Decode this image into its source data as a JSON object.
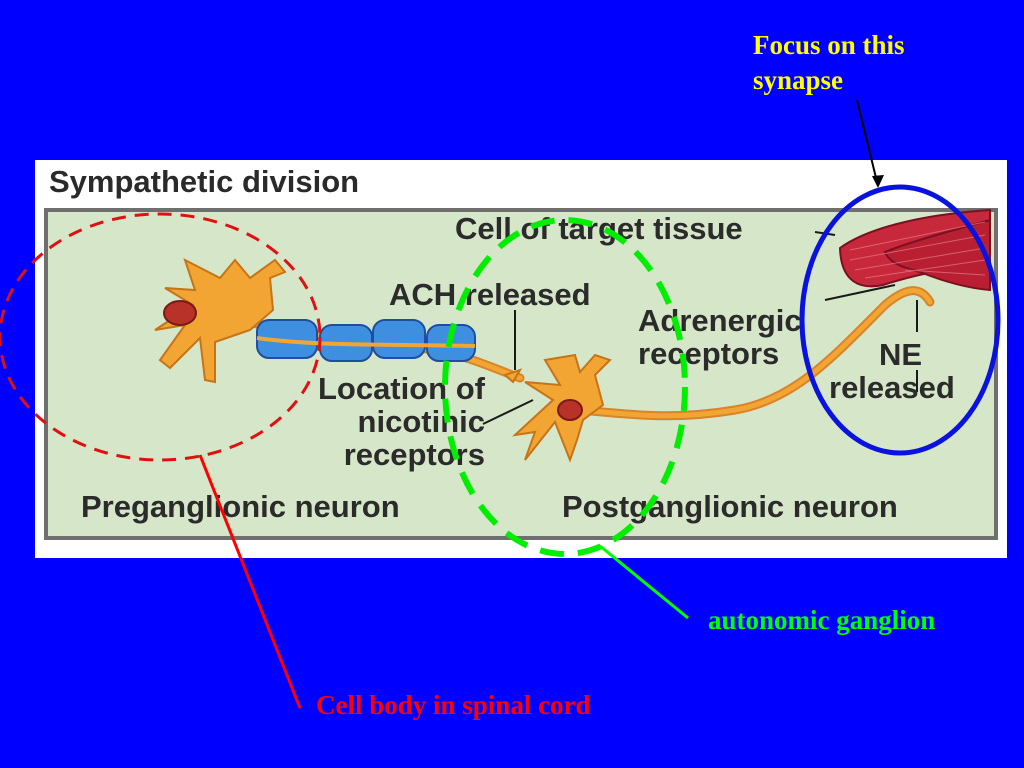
{
  "callouts": {
    "focus": [
      "Focus on this",
      "synapse"
    ],
    "ganglion": "autonomic ganglion",
    "cell_body": "Cell body in spinal cord"
  },
  "figure": {
    "title": "Sympathetic division",
    "labels": {
      "target_tissue": "Cell of target tissue",
      "ach_released": "ACH released",
      "adrenergic": [
        "Adrenergic",
        "receptors"
      ],
      "ne_released": [
        "NE",
        "released"
      ],
      "nicotinic": [
        "Location of",
        "nicotinic",
        "receptors"
      ],
      "preganglionic": "Preganglionic neuron",
      "postganglionic": "Postganglionic neuron"
    }
  },
  "colors": {
    "background": "#0000ff",
    "focus_text": "#ffff00",
    "ganglion": "#00ff00",
    "cell_body": "#ff0000",
    "synapse_circle": "#0a12e0",
    "neuron": "#f2a533",
    "myelin": "#3f8fe0",
    "muscle": "#c8283c",
    "panel": "#d6e6c9"
  }
}
